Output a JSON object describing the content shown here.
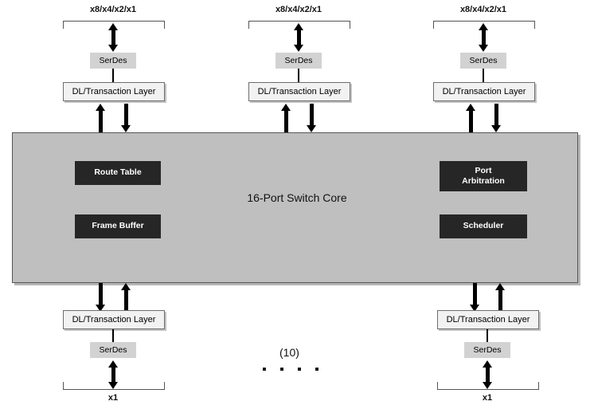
{
  "diagram": {
    "title": "16-Port Switch Core",
    "core_label": "16-Port Switch Core",
    "colors": {
      "core_fill": "#bfbfbf",
      "core_border": "#555555",
      "block_fill": "#262626",
      "block_text": "#ffffff",
      "serdes_fill": "#d2d2d2",
      "dl_fill": "#f2f2f2",
      "arrow": "#000000",
      "background": "#ffffff"
    }
  },
  "core_blocks": [
    {
      "label": "Route Table",
      "side": "left",
      "row": "top"
    },
    {
      "label": "Frame Buffer",
      "side": "left",
      "row": "bottom"
    },
    {
      "label": "Port\nArbitration",
      "line1": "Port",
      "line2": "Arbitration",
      "side": "right",
      "row": "top"
    },
    {
      "label": "Scheduler",
      "side": "right",
      "row": "bottom"
    }
  ],
  "top_ports": [
    {
      "lane_label": "x8/x4/x2/x1",
      "serdes": "SerDes",
      "layer": "DL/Transaction Layer"
    },
    {
      "lane_label": "x8/x4/x2/x1",
      "serdes": "SerDes",
      "layer": "DL/Transaction Layer"
    },
    {
      "lane_label": "x8/x4/x2/x1",
      "serdes": "SerDes",
      "layer": "DL/Transaction Layer"
    }
  ],
  "bottom_ports": [
    {
      "lane_label": "x1",
      "serdes": "SerDes",
      "layer": "DL/Transaction Layer"
    },
    {
      "lane_label": "x1",
      "serdes": "SerDes",
      "layer": "DL/Transaction Layer"
    }
  ],
  "ellipsis": {
    "count_label": "(10)",
    "dot_count": 4
  }
}
